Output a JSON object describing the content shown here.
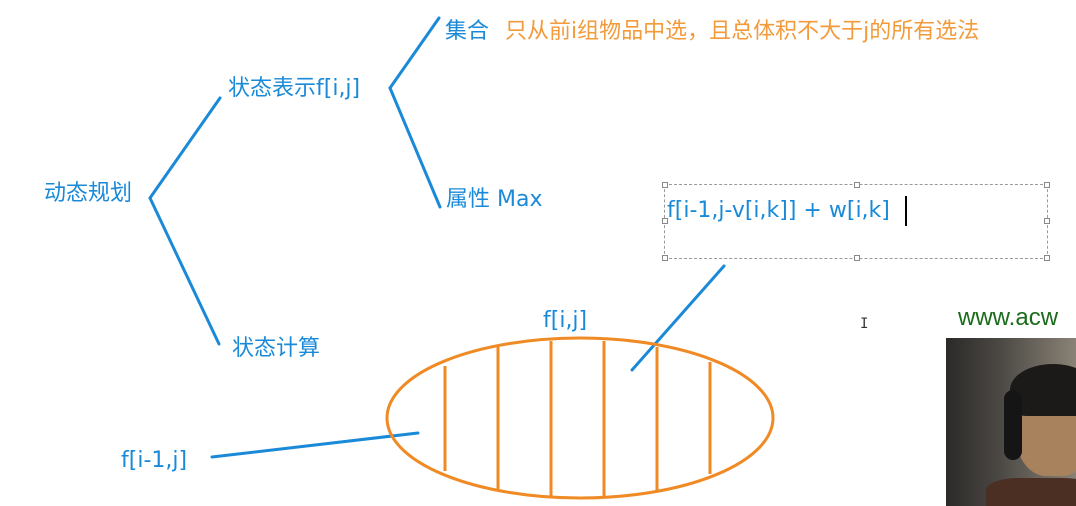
{
  "root": {
    "label": "动态规划"
  },
  "state_repr": {
    "label": "状态表示f[i,j]"
  },
  "state_calc": {
    "label": "状态计算"
  },
  "set": {
    "label": "集合",
    "description": "只从前i组物品中选，且总体积不大于j的所有选法"
  },
  "attribute": {
    "label": "属性 Max"
  },
  "formula": {
    "text": "f[i-1,j-v[i,k]] + w[i,k]"
  },
  "ellipse": {
    "top_label": "f[i,j]",
    "left_label": "f[i-1,j]",
    "partition_count": 6
  },
  "watermark": {
    "text": "www.acw"
  },
  "colors": {
    "blue": "#1a8ad8",
    "orange": "#f39a3a",
    "watermark_green": "#1a6b1a"
  }
}
